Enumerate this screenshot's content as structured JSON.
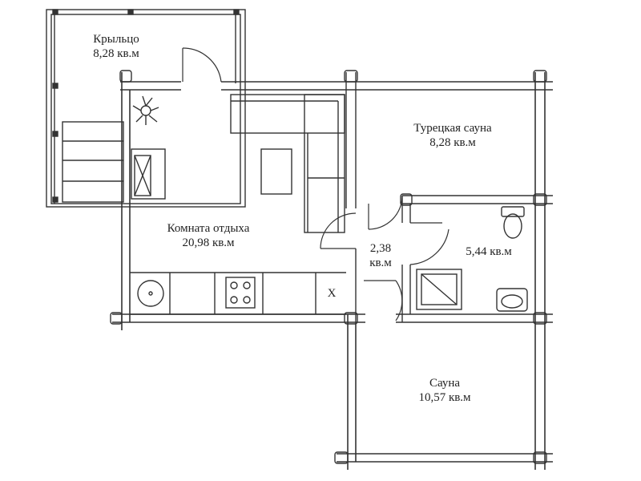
{
  "rooms": {
    "porch": {
      "name": "Крыльцо",
      "area": "8,28 кв.м"
    },
    "lounge": {
      "name": "Комната отдыха",
      "area": "20,98 кв.м"
    },
    "turkish": {
      "name": "Турецкая сауна",
      "area": "8,28 кв.м"
    },
    "hall": {
      "name": "2,38",
      "area": "кв.м"
    },
    "shower": {
      "name": "",
      "area": "5,44 кв.м"
    },
    "sauna": {
      "name": "Сауна",
      "area": "10,57 кв.м"
    }
  },
  "marks": {
    "x_mark": "X"
  },
  "colors": {
    "line": "#333333",
    "background": "#ffffff"
  }
}
